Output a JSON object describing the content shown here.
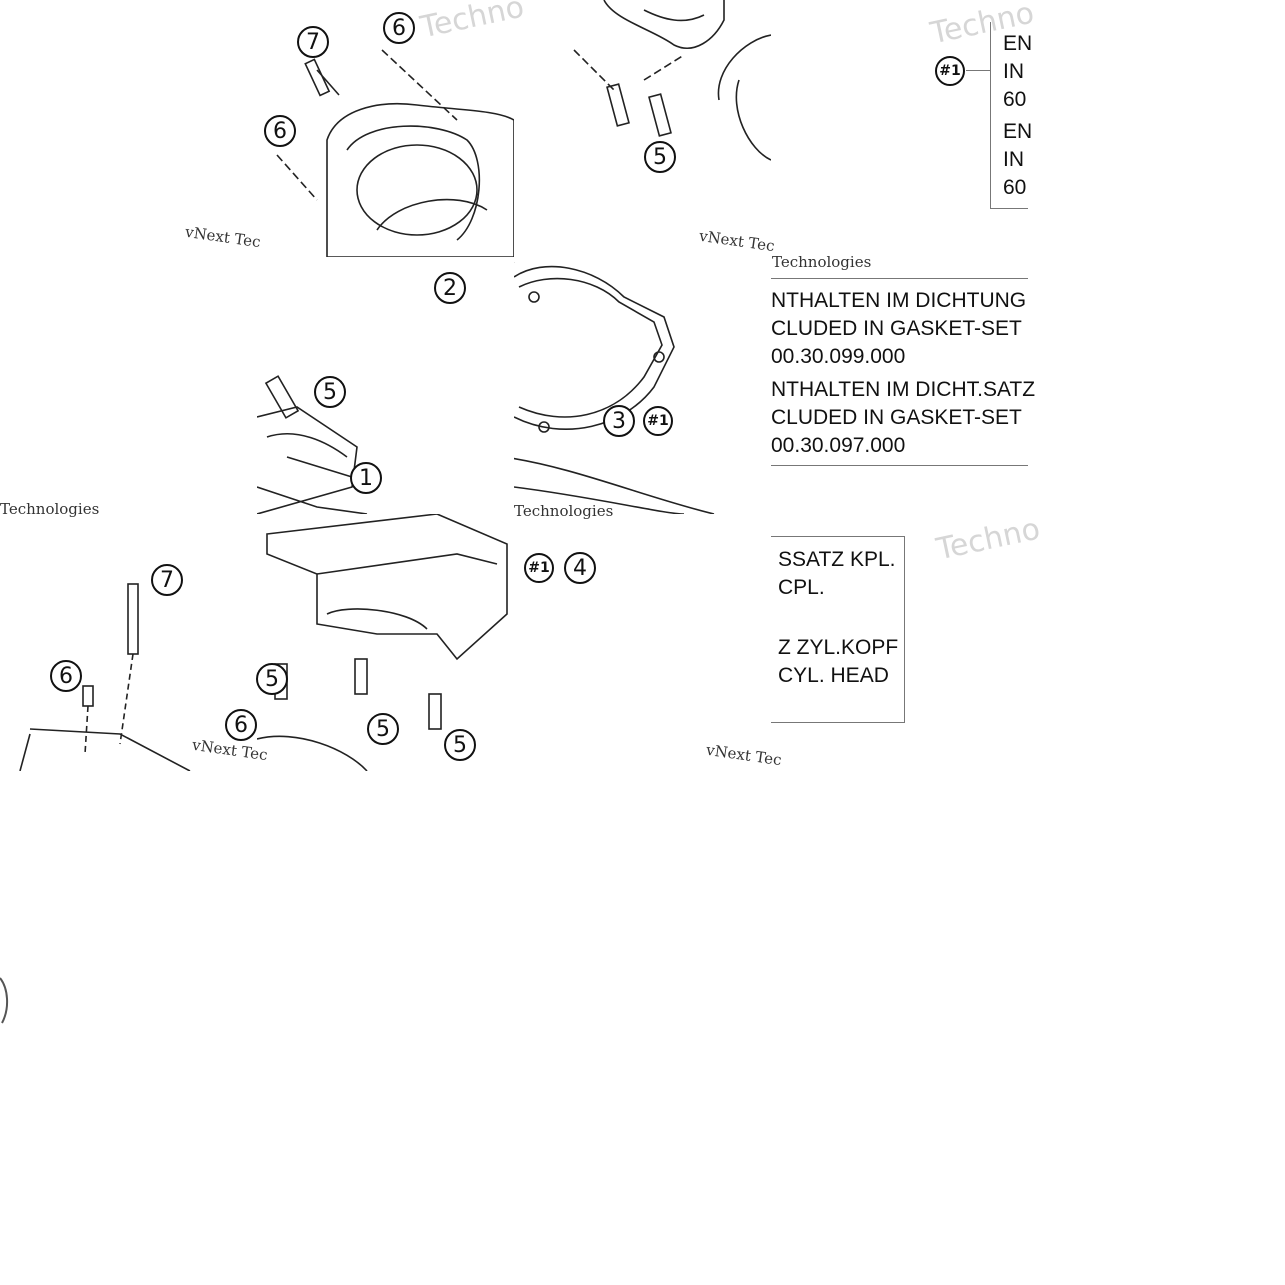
{
  "callouts": {
    "c7a": "7",
    "c6a": "6",
    "c6b": "6",
    "c5a": "5",
    "c2": "2",
    "c5b": "5",
    "c1": "1",
    "c3": "3",
    "c4": "4",
    "c7b": "7",
    "c6c": "6",
    "c5c": "5",
    "c5d": "5",
    "c5e": "5",
    "c6d": "6",
    "h1a": "#1",
    "h1b": "#1",
    "h1c": "#1"
  },
  "notes_top": {
    "line1": "EN",
    "line2": "IN",
    "line3": "60",
    "line4": "EN",
    "line5": "IN",
    "line6": "60"
  },
  "notes_mid": {
    "line1": "NTHALTEN IM DICHTUNG",
    "line2": "CLUDED IN GASKET-SET",
    "line3": "00.30.099.000",
    "line4": "NTHALTEN IM DICHT.SATZ",
    "line5": "CLUDED IN GASKET-SET",
    "line6": "00.30.097.000"
  },
  "notes_low": {
    "line1": "SSATZ KPL.",
    "line2": "CPL.",
    "line3": "Z ZYL.KOPF",
    "line4": "CYL. HEAD"
  },
  "watermarks": {
    "vnext": "vNext Tec",
    "tech": "Technologies",
    "techno": "Techno"
  }
}
